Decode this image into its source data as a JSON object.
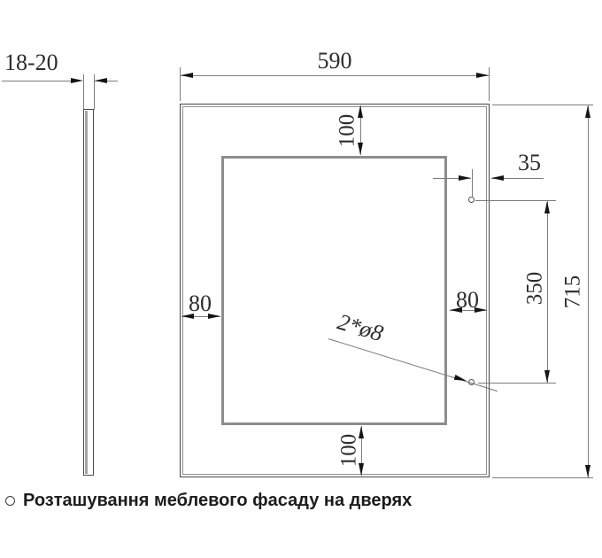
{
  "drawing": {
    "kind": "technical-dimension-drawing",
    "dimensions": {
      "thickness": "18-20",
      "width": "590",
      "height": "715",
      "top_offset": "100",
      "bottom_offset": "100",
      "left_offset": "80",
      "right_offset": "80",
      "hole_edge_offset": "35",
      "hole_spacing": "350",
      "holes_note": "2*ø8"
    },
    "colors": {
      "outline": "#454545",
      "inner_outline": "#8d8d8d",
      "dimension_line": "#7c7c7c",
      "arrow": "#141414",
      "dimension_text": "#2d2d2d",
      "caption_text": "#1c1c1c",
      "background": "#ffffff"
    }
  },
  "caption": {
    "text": "Розташування меблевого фасаду на дверях"
  }
}
